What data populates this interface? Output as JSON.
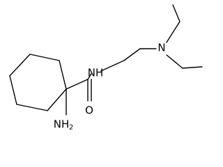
{
  "labels": {
    "n_amide": "NH",
    "n_amine": "N",
    "oxygen": "O",
    "amino_main": "NH",
    "amino_sub": "2"
  },
  "colors": {
    "bond": "#000000",
    "text": "#000000",
    "background": "#ffffff"
  }
}
